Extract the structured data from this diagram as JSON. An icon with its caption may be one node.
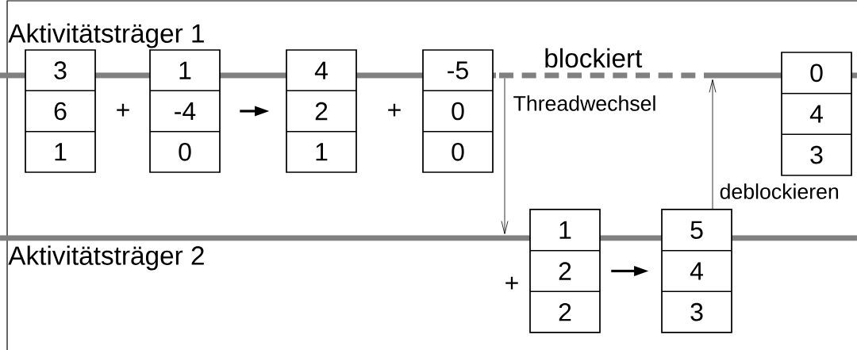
{
  "diagram": {
    "nodes": [
      {
        "text": [],
        "shape": "bar"
      },
      {
        "text": [
          "3",
          "6",
          "1"
        ]
      },
      {
        "text": [
          "1",
          "-4",
          "0"
        ]
      },
      {
        "text": [
          "4",
          "2",
          "1"
        ]
      },
      {
        "text": [
          "-5",
          "0",
          "0"
        ]
      },
      {
        "text": [
          "0",
          "4",
          "3"
        ]
      },
      {
        "text": [],
        "shape": "bar"
      },
      {
        "text": [
          "1",
          "2",
          "2"
        ]
      },
      {
        "text": [
          "5",
          "4",
          "3"
        ]
      }
    ],
    "edges": [
      {
        "from": 2,
        "to": 3,
        "arrow": "to",
        "style": "thick"
      },
      {
        "from": 0,
        "to": 6,
        "arrow": "to",
        "label": "Threadwechsel"
      },
      {
        "from": 7,
        "to": 8,
        "arrow": "to",
        "style": "thick"
      },
      {
        "from": 8,
        "to": 0,
        "arrow": "to",
        "label": "deblockieren"
      }
    ],
    "labels": [
      "Aktivitätsträger 1",
      "+",
      "+",
      "blockiert",
      "Aktivitätsträger 2",
      "+"
    ]
  }
}
